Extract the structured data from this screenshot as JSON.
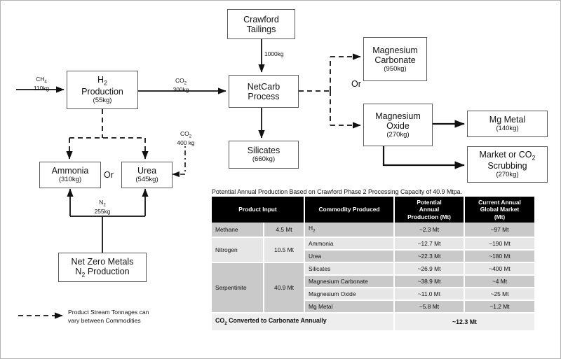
{
  "diagram": {
    "nodes": {
      "crawford_tailings": {
        "title": "Crawford<br>Tailings",
        "sub": ""
      },
      "h2_production": {
        "title": "H<sub>2</sub><br>Production",
        "sub": "(55kg)"
      },
      "netcarb_process": {
        "title": "NetCarb<br>Process",
        "sub": ""
      },
      "silicates": {
        "title": "Silicates",
        "sub": "(660kg)"
      },
      "magnesium_carbonate": {
        "title": "Magnesium<br>Carbonate",
        "sub": "(950kg)"
      },
      "magnesium_oxide": {
        "title": "Magnesium<br>Oxide",
        "sub": "(270kg)"
      },
      "mg_metal": {
        "title": "Mg Metal",
        "sub": "(140kg)"
      },
      "market_scrubbing": {
        "title": "Market or CO<sub>2</sub><br>Scrubbing",
        "sub": "(270kg)"
      },
      "ammonia": {
        "title": "Ammonia",
        "sub": "(310kg)"
      },
      "urea": {
        "title": "Urea",
        "sub": "(545kg)"
      },
      "net_zero_metals": {
        "title": "Net Zero Metals<br>N<sub>2</sub> Production",
        "sub": ""
      }
    },
    "edge_labels": {
      "ch4": "CH<sub>4</sub><br>110kg",
      "co2_300": "CO<sub>2</sub><br>300kg",
      "tailings_1000": "1000kg",
      "co2_400": "CO<sub>2</sub><br>400 kg",
      "n2_255": "N<sub>2</sub><br>255kg"
    },
    "or_labels": {
      "left": "Or",
      "right": "Or"
    },
    "legend": {
      "line1": "Product Stream Tonnages can",
      "line2": "vary between Commodities"
    }
  },
  "table": {
    "title": "Potential Annual Production Based on Crawford Phase 2 Processing Capacity of 40.9 Mtpa.",
    "headers": [
      "Product Input",
      "Commodity Produced",
      "Potential Annual Production (Mt)",
      "Current Annual Global Market (Mt)"
    ],
    "header_lines": {
      "product_input": "Product Input",
      "commodity_produced": "Commodity Produced",
      "potential": "Potential<br>Annual<br>Production (Mt)",
      "market": "Current Annual<br>Global Market<br>(Mt)"
    },
    "groups": [
      {
        "input": "Methane",
        "input_amount": "4.5 Mt",
        "rows": [
          {
            "commodity": "H<sub>2</sub>",
            "production": "~2.3 Mt",
            "market": "~97 Mt",
            "shade": "dark"
          }
        ]
      },
      {
        "input": "Nitrogen",
        "input_amount": "10.5 Mt",
        "rows": [
          {
            "commodity": "Ammonia",
            "production": "~12.7 Mt",
            "market": "~190 Mt",
            "shade": "light"
          },
          {
            "commodity": "Urea",
            "production": "~22.3 Mt",
            "market": "~180 Mt",
            "shade": "dark"
          }
        ]
      },
      {
        "input": "Serpentinite",
        "input_amount": "40.9 Mt",
        "rows": [
          {
            "commodity": "Silicates",
            "production": "~26.9 Mt",
            "market": "~400 Mt",
            "shade": "light"
          },
          {
            "commodity": "Magnesium Carbonate",
            "production": "~38.9 Mt",
            "market": "~4 Mt",
            "shade": "dark"
          },
          {
            "commodity": "Magnesium Oxide",
            "production": "~11.0 Mt",
            "market": "~25 Mt",
            "shade": "light"
          },
          {
            "commodity": "Mg Metal",
            "production": "~5.8 Mt",
            "market": "~1.2 Mt",
            "shade": "dark"
          }
        ]
      }
    ],
    "total_row": {
      "label": "CO<sub>2</sub> Converted to Carbonate Annually",
      "value": "~12.3 Mt"
    }
  },
  "colors": {
    "box_border": "#5a5a5a",
    "line": "#111111",
    "header_bg": "#000000",
    "row_dark": "#c9c9c9",
    "row_light": "#e6e6e6",
    "page_border": "#b3b3b3"
  }
}
